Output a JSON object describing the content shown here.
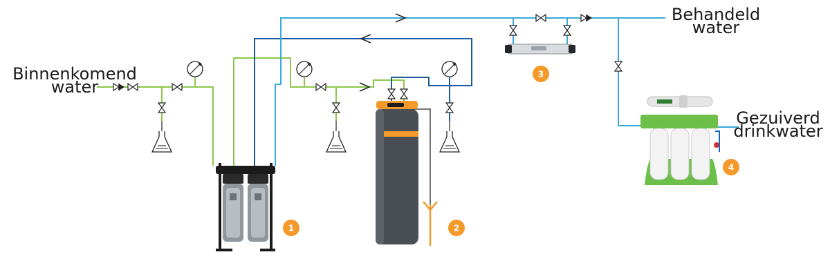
{
  "labels": {
    "incoming_line1": "Binnenkomend",
    "incoming_line2": "water",
    "treated_line1": "Behandeld",
    "treated_line2": "water",
    "drinking_line1": "Gezuiverd",
    "drinking_line2": "drinkwater"
  },
  "badges": {
    "one": "1",
    "two": "2",
    "three": "3",
    "four": "4"
  },
  "colors": {
    "raw_pipe": "#8cc84b",
    "treated_pipe": "#3aa9dc",
    "return_pipe": "#1d5aa0",
    "drain_pipe": "#f39a2b",
    "badge": "#f39a2b"
  },
  "icons": {
    "valve": "gate-valve-icon",
    "check_valve": "check-valve-icon",
    "gauge": "pressure-gauge-icon",
    "sample": "sample-flask-icon",
    "flow_arrow": "flow-arrow-icon",
    "drain": "drain-funnel-icon"
  }
}
